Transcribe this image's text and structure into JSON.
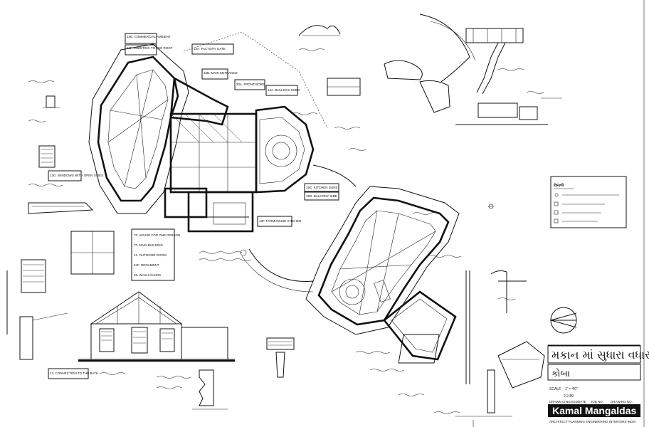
{
  "title_block": {
    "project_title": "મકાન માં સુધારા વધારા",
    "location": "કોબા",
    "scale_label": "SCALE",
    "scale_value": "1' = 4'0\"",
    "date_value": "2.2.89",
    "columns": [
      "DRAWN",
      "CHECKED",
      "DATE",
      "JOB NO.",
      "DRAWING NO."
    ],
    "brand": "Kamal Mangaldas",
    "tagline": "ARCHITECT   PLANNING   ENGINEERING   INTERIORS   INDIA"
  },
  "legend": {
    "heading": "વિજળી"
  },
  "plan_notes": [
    {
      "id": "n1",
      "text": "13E. COMMERCIAL AMBIENT"
    },
    {
      "id": "n2",
      "text": "13F. SHEETING TO THE ROOF"
    },
    {
      "id": "n3",
      "text": "13A. FACTORY GATE"
    },
    {
      "id": "n4",
      "text": "16B. MAIN ENTRANCE"
    },
    {
      "id": "n5",
      "text": "20A. FRONT BORE"
    },
    {
      "id": "n6",
      "text": "14A. BULLOCK SHED"
    },
    {
      "id": "n7",
      "text": "13G. WINDOWS WITH OPEN SIDES"
    },
    {
      "id": "n8",
      "text": "19C. KITCHEN DURE"
    },
    {
      "id": "n9",
      "text": "19D. BALCONY SIDE"
    },
    {
      "id": "n10",
      "text": "13F. FARMHOUSE KITCHEN"
    },
    {
      "id": "n11",
      "text": "7F. HOUSE FOR ONE PERSON"
    },
    {
      "id": "n12",
      "text": "7F. MAIN BUILDING"
    },
    {
      "id": "n13",
      "text": "13. OUTDOOR ROOM"
    },
    {
      "id": "n14",
      "text": "24F. ORNAMENT"
    },
    {
      "id": "n15",
      "text": "25. WASH CHURS"
    },
    {
      "id": "n16",
      "text": "13. CONNECTION TO THE BATH"
    }
  ]
}
